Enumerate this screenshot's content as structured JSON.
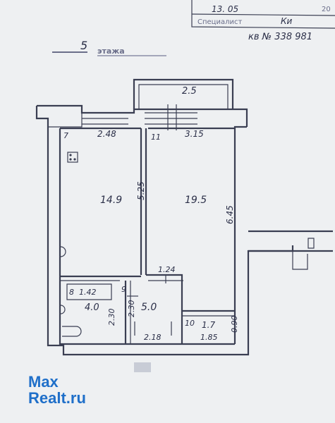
{
  "stamp": {
    "date": "13.  05",
    "year_fragment": "20",
    "role": "Специалист",
    "signature": "Ки",
    "certificate": "кв  № 338 981"
  },
  "floor_label": "5",
  "floor_word": "этажа",
  "balcony": {
    "area": "2.5"
  },
  "rooms": {
    "room7": {
      "number": "7",
      "width": "2.48",
      "area": "14.9",
      "length": "5.25"
    },
    "room11": {
      "number": "11",
      "width": "3.15",
      "area": "19.5",
      "length": "6.45"
    },
    "hall9": {
      "number": "9",
      "dim": "1.24",
      "area": "5.0",
      "height": "2.30"
    },
    "bath8": {
      "number": "8",
      "dim": "1.42",
      "area": "4.0",
      "height": "2.30"
    },
    "room10": {
      "number": "10",
      "area": "1.7",
      "width": "1.85",
      "depth": "0.90"
    },
    "corridor": {
      "dim": "2.18"
    }
  },
  "watermark": {
    "part1": "Max",
    "part2": "Realt.ru"
  },
  "colors": {
    "ink": "#3a3e52",
    "paper": "#eef0f2",
    "watermark": "#1f6fc9"
  }
}
